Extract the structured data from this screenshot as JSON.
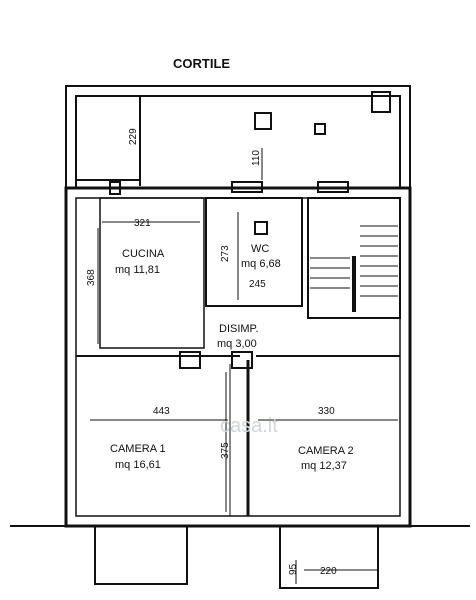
{
  "title": "CORTILE",
  "rooms": {
    "cucina": {
      "name": "CUCINA",
      "area": "mq 11,81"
    },
    "wc": {
      "name": "WC",
      "area": "mq 6,68"
    },
    "disimpegno": {
      "name": "DISIMP.",
      "area": "mq 3,00"
    },
    "camera1": {
      "name": "CAMERA 1",
      "area": "mq 16,61"
    },
    "camera2": {
      "name": "CAMERA 2",
      "area": "mq 12,37"
    }
  },
  "dimensions": {
    "cortile_depth": "229",
    "window_wc": "110",
    "cucina_width": "321",
    "cucina_depth": "368",
    "wc_depth": "273",
    "wc_width": "245",
    "camera1_width": "443",
    "camera1_depth": "375",
    "camera2_width": "330",
    "balcony_depth": "95",
    "balcony_width": "220"
  },
  "watermark": "casa.it"
}
